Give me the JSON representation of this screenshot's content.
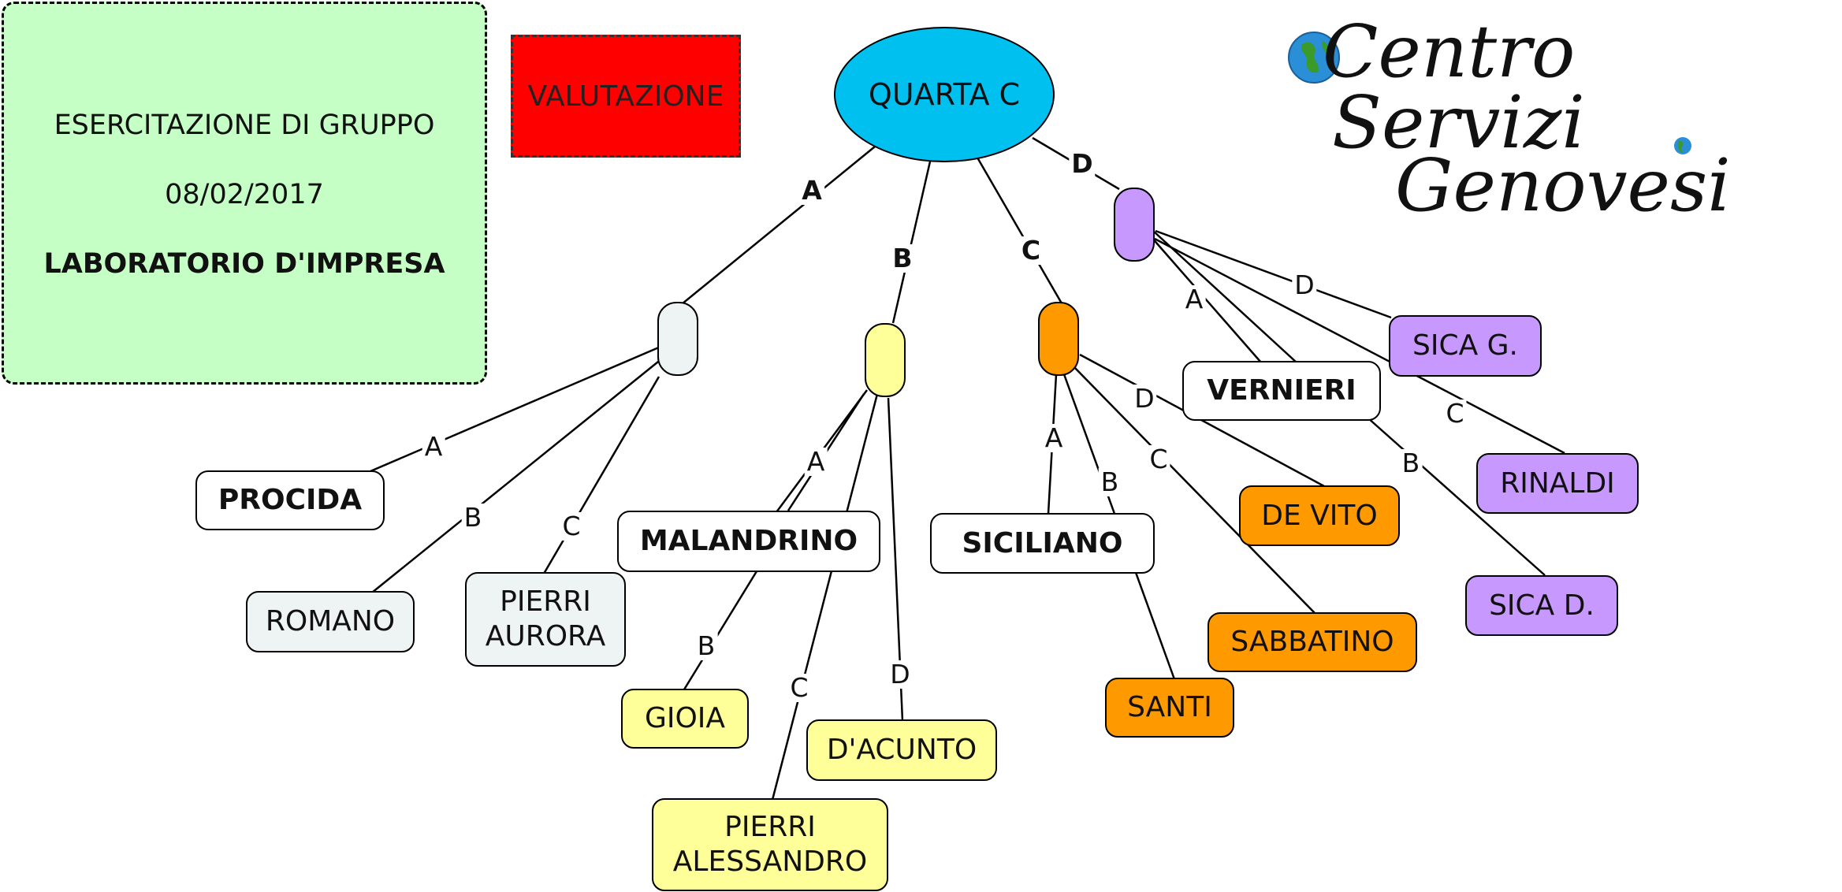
{
  "info": {
    "line1": "ESERCITAZIONE DI GRUPPO",
    "line2": "08/02/2017",
    "line3": "LABORATORIO D'IMPRESA",
    "bg": "#c6ffc6"
  },
  "valutazione": {
    "label": "VALUTAZIONE",
    "bg": "#ff0000"
  },
  "root": {
    "label": "QUARTA C",
    "bg": "#00c0f0"
  },
  "logo": {
    "line1": "Centro",
    "line2": "Servizi",
    "line3": "Genovesi",
    "icon": "globe-icon"
  },
  "group_labels": {
    "a": "A",
    "b": "B",
    "c": "C",
    "d": "D"
  },
  "colors": {
    "group_a": "#eef3f3",
    "group_b": "#ffff99",
    "group_c": "#ff9900",
    "group_d": "#c799ff"
  },
  "groups": {
    "a": {
      "label": "A",
      "members": [
        {
          "edge": "A",
          "name": "PROCIDA",
          "leader": true
        },
        {
          "edge": "B",
          "name": "ROMANO"
        },
        {
          "edge": "C",
          "name": "PIERRI\nAURORA"
        }
      ]
    },
    "b": {
      "label": "B",
      "members": [
        {
          "edge": "A",
          "name": "MALANDRINO",
          "leader": true
        },
        {
          "edge": "B",
          "name": "GIOIA"
        },
        {
          "edge": "C",
          "name": "PIERRI\nALESSANDRO"
        },
        {
          "edge": "D",
          "name": "D'ACUNTO"
        }
      ]
    },
    "c": {
      "label": "C",
      "members": [
        {
          "edge": "A",
          "name": "SICILIANO",
          "leader": true
        },
        {
          "edge": "B",
          "name": "SANTI"
        },
        {
          "edge": "C",
          "name": "SABBATINO"
        },
        {
          "edge": "D",
          "name": "DE VITO"
        }
      ]
    },
    "d": {
      "label": "D",
      "members": [
        {
          "edge": "A",
          "name": "VERNIERI",
          "leader": true
        },
        {
          "edge": "B",
          "name": "SICA D."
        },
        {
          "edge": "C",
          "name": "RINALDI"
        },
        {
          "edge": "D",
          "name": "SICA G."
        }
      ]
    }
  }
}
